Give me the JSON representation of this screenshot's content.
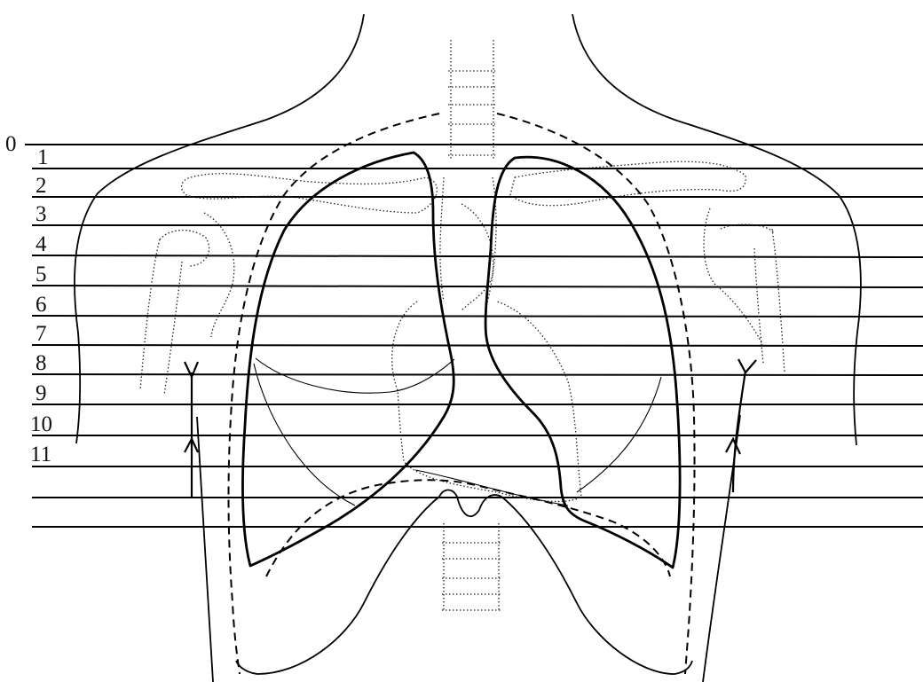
{
  "level_labels": [
    "0",
    "1",
    "2",
    "3",
    "4",
    "5",
    "6",
    "7",
    "8",
    "9",
    "10",
    "11"
  ],
  "line_color": "#000000",
  "background": "#ffffff"
}
